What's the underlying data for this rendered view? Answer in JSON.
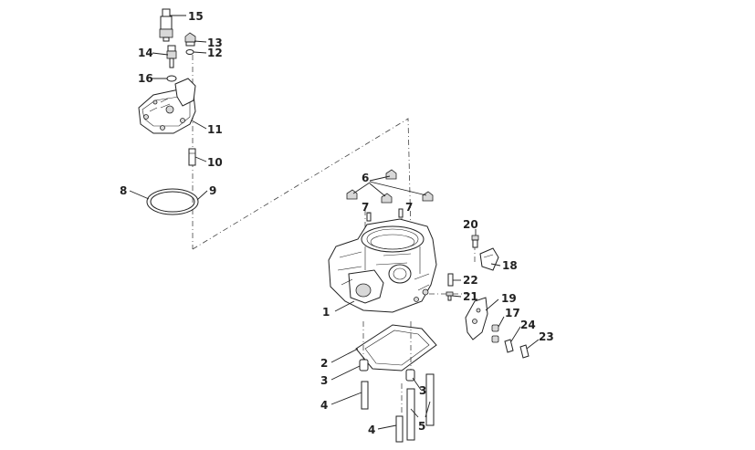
{
  "diagram": {
    "callouts": [
      {
        "id": "c1",
        "text": "1"
      },
      {
        "id": "c2",
        "text": "2"
      },
      {
        "id": "c3a",
        "text": "3"
      },
      {
        "id": "c3b",
        "text": "3"
      },
      {
        "id": "c4a",
        "text": "4"
      },
      {
        "id": "c4b",
        "text": "4"
      },
      {
        "id": "c5",
        "text": "5"
      },
      {
        "id": "c6",
        "text": "6"
      },
      {
        "id": "c7a",
        "text": "7"
      },
      {
        "id": "c7b",
        "text": "7"
      },
      {
        "id": "c8",
        "text": "8"
      },
      {
        "id": "c9",
        "text": "9"
      },
      {
        "id": "c10",
        "text": "10"
      },
      {
        "id": "c11",
        "text": "11"
      },
      {
        "id": "c12",
        "text": "12"
      },
      {
        "id": "c13",
        "text": "13"
      },
      {
        "id": "c14",
        "text": "14"
      },
      {
        "id": "c15",
        "text": "15"
      },
      {
        "id": "c16",
        "text": "16"
      },
      {
        "id": "c17",
        "text": "17"
      },
      {
        "id": "c18",
        "text": "18"
      },
      {
        "id": "c19",
        "text": "19"
      },
      {
        "id": "c20",
        "text": "20"
      },
      {
        "id": "c21",
        "text": "21"
      },
      {
        "id": "c22",
        "text": "22"
      },
      {
        "id": "c23",
        "text": "23"
      },
      {
        "id": "c24",
        "text": "24"
      }
    ]
  }
}
